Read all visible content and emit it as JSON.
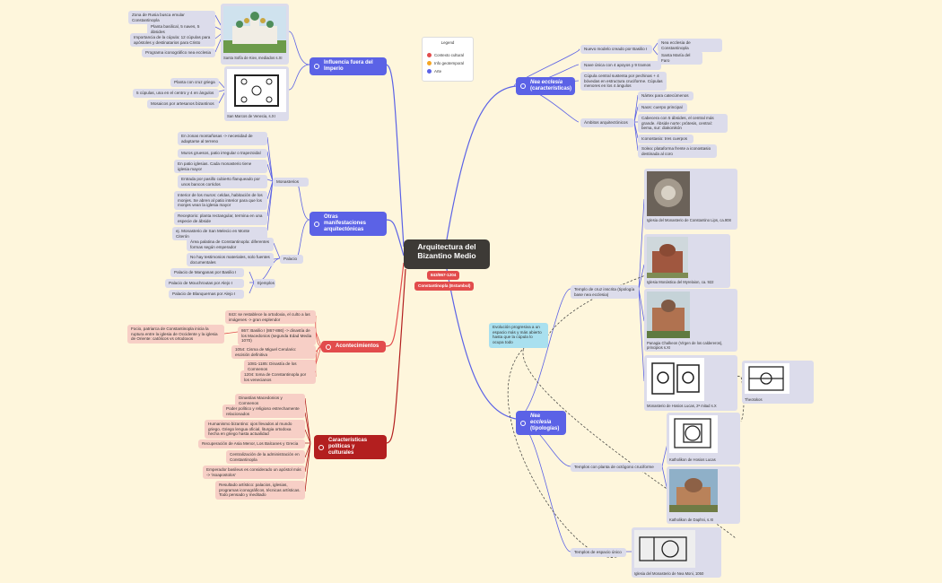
{
  "root": {
    "title": "Arquitectura del Bizantino Medio"
  },
  "legend": {
    "title": "Legend",
    "items": [
      {
        "label": "Contexto cultural",
        "color": "#e24c4c"
      },
      {
        "label": "Info geotemporal",
        "color": "#f5a623"
      },
      {
        "label": "Arte",
        "color": "#5b62e6"
      }
    ]
  },
  "tags": {
    "period": "843/867-1204",
    "city": "Constantinopla (Estambul)"
  },
  "influencia": {
    "title": "Influencia fuera del Imperio",
    "kiev": [
      "Zona de Rusia busca emular Constantinopla",
      "Planta basilical, 5 naves, 5 ábsides",
      "Importancia de la cúpula: 12 cúpulas para apóstoles y destinatarios para Cristo",
      "Programa iconográfico nea ecclesia"
    ],
    "kiev_caption": "Santa Sofía de Kiev, mediados s.XI",
    "venecia": [
      "Planta con cruz griega",
      "5 cúpulas, una en el centro y 4 en ángulos",
      "Mosaicos por artesanos bizantinos"
    ],
    "venecia_caption": "San Marcos de Venecia, s.XI"
  },
  "otras": {
    "title": "Otras manifestaciones arquitectónicas",
    "monasterios_label": "Monasterios",
    "monasterios": [
      "En zonas montañosas -> necesidad de adaptarse al terreno",
      "Muros gruesos, patio irregular o trapezoidal",
      "En patio iglesias. Cada monasterio tiene iglesia mayor",
      "Entrada por pasillo cubierto flanqueado por unos bancos corridos",
      "Interior de los muros: celdas, habitación de los monjes. Se abren al patio interior para que los monjes vean la iglesia mayor",
      "Receptorio: planta rectangular, termina en una especie de ábside",
      "ej. Monasterio de San Melecio en Monte Citerón"
    ],
    "palacio_label": "Palacio",
    "palacio": [
      "Área palatina de Constantinopla: diferentes formas según emperador",
      "No hay testimonios materiales, solo fuentes documentales"
    ],
    "ejemplos_label": "Ejemplos",
    "ejemplos": [
      "Palacio de Manganas por Basilio I",
      "Palacio de Mouchroutas por Alejo I",
      "Palacio de Blanquernas por Alejo I"
    ]
  },
  "acontecimientos": {
    "title": "Acontecimientos",
    "items": [
      "843: se restablece la ortodoxia, el culto a las imágenes -> gran esplendor",
      "867: Basilio I (867-886) -> dinastía de los Macedonios (segunda Edad Media 1070)",
      "1054: Cisma de Miguel Cerulario: escisión definitiva",
      "1081-1185: Dinastía de los Comnenos",
      "1204: toma de Constantinopla por los venecianos"
    ],
    "side_note": "Focio, patriarca de Constantinopla inicia la ruptura entre la iglesia de Occidente y la iglesia de Oriente: católicos vs ortodoxos"
  },
  "caracteristicas": {
    "title": "Características políticas y culturales",
    "items": [
      "Dinastías Macedonios y Comnenos",
      "Poder político y religioso estrechamente relacionados",
      "Humanismo bizantino: ojos llevados al mundo griego. Griego lengua oficial, liturgia ortodoxa hecha en griego hasta actualidad",
      "Recuperación de Asia Menor, Los Balcanes y Grecia",
      "Centralización de la administración en Constantinopla",
      "Emperador basileus es considerado un apóstol más -> 'isoapostolos'",
      "Resultado artístico: palacios, iglesias, programas iconográficos, técnicas artísticas. Todo pensado y meditado"
    ]
  },
  "nea_car": {
    "title": "Nea ecclesia",
    "subtitle": "(características)",
    "modelo": "Nuevo modelo creado por Basilio I",
    "modelo_children": [
      "Nea ecclesia de Constantinopla",
      "Santa María del Faro"
    ],
    "nave": "Nave única con 4 apoyos y 9 tramos",
    "cupula": "Cúpula central sustenta por pechinas + 4 bóvedas en estructura cruciforme. Cúpulas menores en los 4 ángulos",
    "ambitos_label": "Ámbitos arquitectónicos",
    "ambitos": [
      "Nártex para catecúmenos",
      "Naos: cuerpo principal",
      "Cabecera con 5 ábsides, el central más grande. Ábside norte: prótesis, central: bema, sur: diakonikón",
      "Iconostasio: tres cuerpos",
      "Solea: plataforma frente a iconostasio destinada al coro"
    ]
  },
  "nea_tip": {
    "title": "Nea ecclesia",
    "subtitle": "(tipologías)",
    "evolucion": "Evolución progresiva a un espacio más y más abierto hasta que la cúpula lo ocupa todo",
    "cruz_inscrita": "Templo de cruz inscrita (tipología base nea ecclesia)",
    "octogono": "Templos con planta de octógono cruciforme",
    "espacio_unico": "Templos de espacio único",
    "captions": [
      "Iglesia del Monasterio de Constantino Lips, ca.908",
      "Iglesia Monástica del Myrelaion, ca. 922",
      "Panagia Chalkeon (Virgen de los caldereros), principios s.XI",
      "Monasterio de Hosios Lucas, 2ª mitad s.X",
      "Theotokos",
      "Katholikon de Hosios Lucas",
      "Katholikon de Daphni, s.XI",
      "Iglesia del Monasterio de Nea Moni, 1050"
    ]
  }
}
